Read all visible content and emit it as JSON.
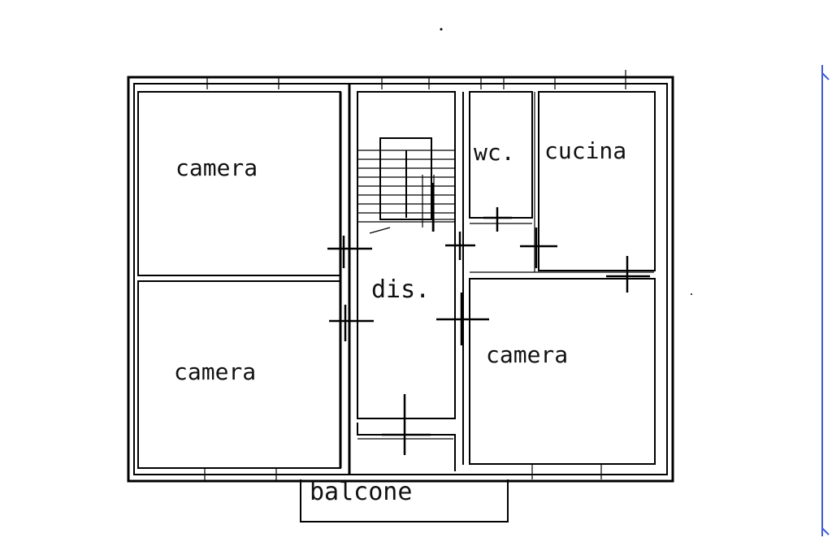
{
  "rooms": [
    {
      "id": "camera-top-left",
      "label": "camera"
    },
    {
      "id": "camera-bottom-left",
      "label": "camera"
    },
    {
      "id": "wc",
      "label": "wc."
    },
    {
      "id": "cucina",
      "label": "cucina"
    },
    {
      "id": "dis",
      "label": "dis."
    },
    {
      "id": "camera-right",
      "label": "camera"
    },
    {
      "id": "balcone",
      "label": "balcone"
    }
  ],
  "colors": {
    "walls": "#000000",
    "background": "#ffffff",
    "edge_accent": "#3b5bd8"
  }
}
